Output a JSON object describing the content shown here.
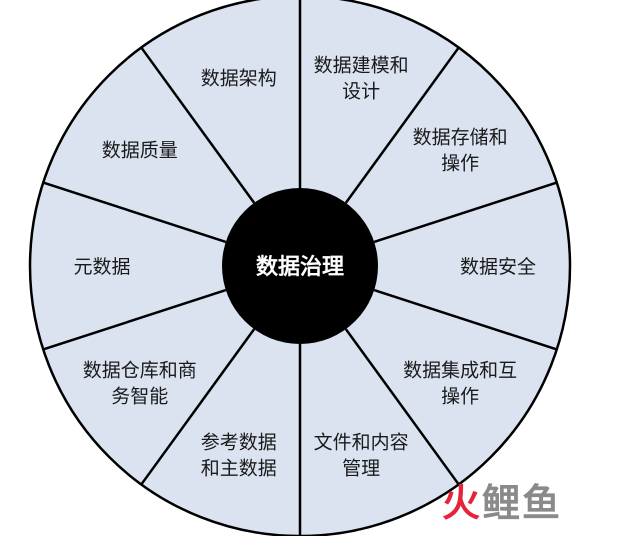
{
  "center": {
    "label": "数据治理"
  },
  "segments": [
    {
      "lines": [
        "数据建模和",
        "设计"
      ]
    },
    {
      "lines": [
        "数据存储和",
        "操作"
      ]
    },
    {
      "lines": [
        "数据安全"
      ]
    },
    {
      "lines": [
        "数据集成和互",
        "操作"
      ]
    },
    {
      "lines": [
        "文件和内容",
        "管理"
      ]
    },
    {
      "lines": [
        "参考数据",
        "和主数据"
      ]
    },
    {
      "lines": [
        "数据仓库和商",
        "务智能"
      ]
    },
    {
      "lines": [
        "元数据"
      ]
    },
    {
      "lines": [
        "数据质量"
      ]
    },
    {
      "lines": [
        "数据架构"
      ]
    }
  ],
  "colors": {
    "segment_fill": "#dbe3f1",
    "hub_fill": "#000000",
    "line": "#000000"
  },
  "watermark": {
    "part1": "火",
    "part2": "鲤鱼"
  }
}
